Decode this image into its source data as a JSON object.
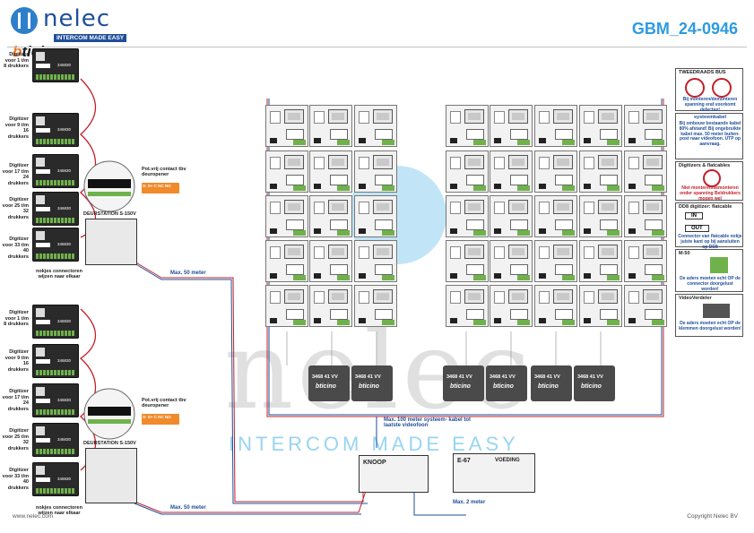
{
  "header": {
    "brand": "nelec",
    "tagline": "INTERCOM MADE EASY",
    "partner_brand_a": "b",
    "partner_brand_b": "ticino",
    "document_id": "GBM_24-0946"
  },
  "left_top": {
    "digitizers": [
      {
        "label": "Digitizer voor 1 t/m 8 drukkers",
        "part": "346830"
      },
      {
        "label": "Digitizer voor 9 t/m 16 drukkers",
        "part": "346830"
      },
      {
        "label": "Digitizer voor 17 t/m 24 drukkers",
        "part": "346830"
      },
      {
        "label": "Digitizer voor 25 t/m 32 drukkers",
        "part": "346830"
      },
      {
        "label": "Digitizer voor 33 t/m 40 drukkers",
        "part": "346830"
      }
    ],
    "door_station": "DEURSTATION S-150V",
    "contact_note": "Pot.vrij contact tbv deuropener",
    "contact_terms": "S- S+ C NC NO",
    "connector_note": "nokjes connectoren wijzen naar elkaar",
    "cable_note": "Max. 50 meter"
  },
  "left_bottom": {
    "digitizers": [
      {
        "label": "Digitizer voor 1 t/m 8 drukkers",
        "part": "346830"
      },
      {
        "label": "Digitizer voor 9 t/m 16 drukkers",
        "part": "346830"
      },
      {
        "label": "Digitizer voor 17 t/m 24 drukkers",
        "part": "346830"
      },
      {
        "label": "Digitizer voor 25 t/m 32 drukkers",
        "part": "346830"
      },
      {
        "label": "Digitizer voor 33 t/m 40 drukkers",
        "part": "346830"
      }
    ],
    "door_station": "DEURSTATION S-150V",
    "contact_note": "Pot.vrij contact tbv deuropener",
    "contact_terms": "S- S+ C NC NO",
    "connector_note": "nokjes connectoren wijzen naar elkaar",
    "cable_note": "Max. 50 meter"
  },
  "hubs": {
    "label": "3468 41 VV",
    "brand": "bticino"
  },
  "center_notes": {
    "system_cable": "Max. 100 meter systeem- kabel tot laatste videofoon",
    "knoop": "KNOOP",
    "e67": "E-67",
    "voeding": "VOEDING",
    "max2": "Max. 2 meter",
    "watermark": "nelec",
    "watermark_tag": "INTERCOM MADE EASY"
  },
  "sidebar": {
    "box1_title": "TWEEDRAADS BUS",
    "box1_text": "Bij monteren/demonteren spanning eraf voorkomt defecten!",
    "box2_title": "systeemkabel",
    "box2_text": "Bij ombouw bestaande kabel 80% afstand! Bij ongebruikte kabel max. 50 meter buiten- post naar videofoon. UTP op aanvraag.",
    "box3_title": "Digitizers & flatcables",
    "box3_text": "Niet monteren/demonteren onder spanning Beldrukkers mogen wel",
    "box4_title": "DD8 digitizer: flatcable",
    "box4_in": "IN",
    "box4_out": "OUT",
    "box4_text": "Connector van flatcable nokje juiste kant op bij aansluiten op DD8",
    "box5_title": "M-50",
    "box5_text": "De aders moeten echt OP de connector doorgelust worden!",
    "box6_title": "VideoVerdeler",
    "box6_text": "De aders moeten echt OP de klemmen doorgelust worden!"
  },
  "footer": {
    "left": "www.nelec.com",
    "right": "Copyright Nelec BV"
  },
  "colors": {
    "brand_blue": "#1f4e9a",
    "accent_blue": "#2e9be0",
    "cable_red": "#c2202a",
    "terminal_green": "#6fb24b"
  }
}
